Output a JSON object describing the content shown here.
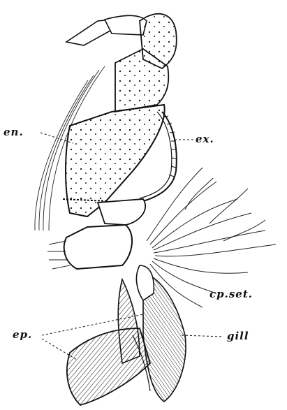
{
  "figure": {
    "labels": {
      "en": "en.",
      "ex": "ex.",
      "cpset": "cp.set.",
      "ep": "ep.",
      "gill": "gill"
    }
  }
}
